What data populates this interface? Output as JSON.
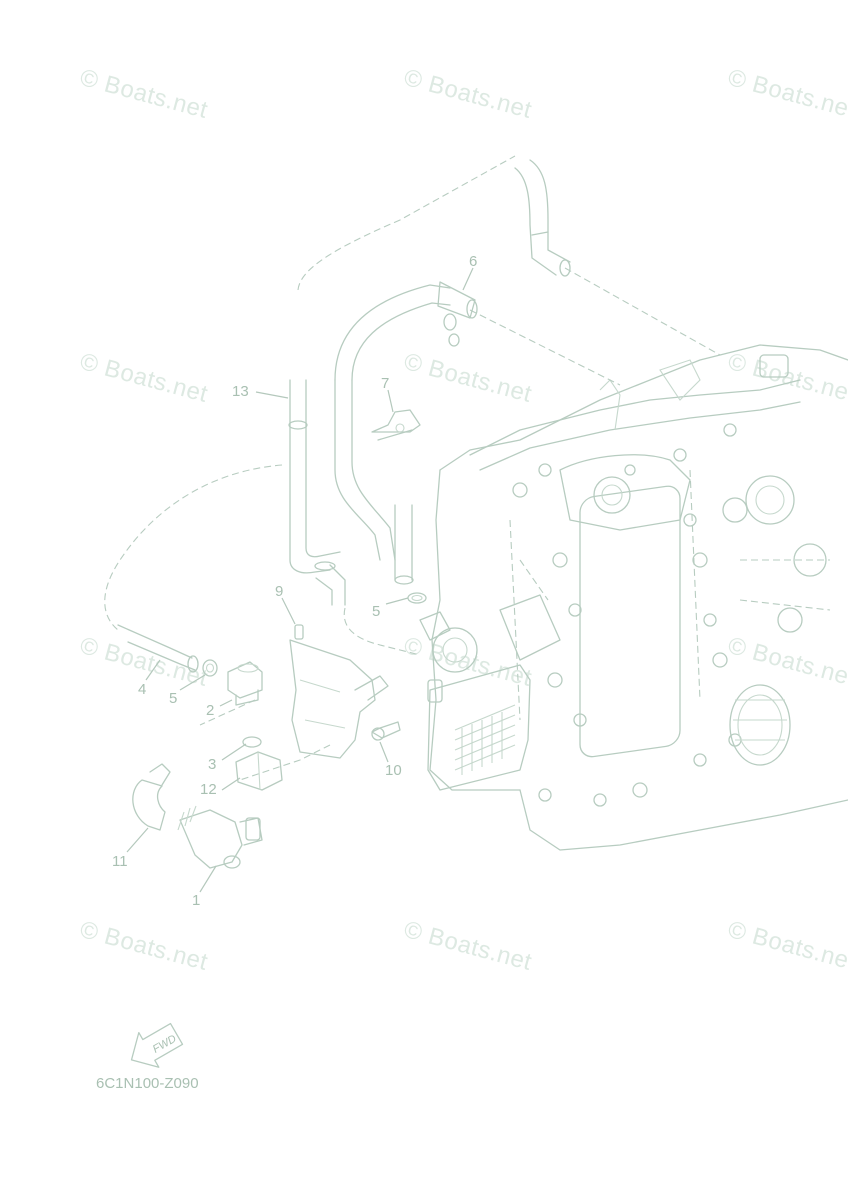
{
  "watermarks": [
    "© Boats.net",
    "© Boats.net",
    "© Boats.net",
    "© Boats.net",
    "© Boats.net",
    "© Boats.net",
    "© Boats.net",
    "© Boats.net",
    "© Boats.net",
    "© Boats.net",
    "© Boats.net",
    "© Boats.net"
  ],
  "callouts": [
    "1",
    "2",
    "3",
    "4",
    "5",
    "5",
    "6",
    "7",
    "9",
    "10",
    "11",
    "12",
    "13"
  ],
  "fwd_label": "FWD",
  "part_code": "6C1N100-Z090",
  "colors": {
    "line": "#b7ccc0",
    "text": "#a9c0b2",
    "watermark": "#dde9e2",
    "background": "#ffffff"
  }
}
